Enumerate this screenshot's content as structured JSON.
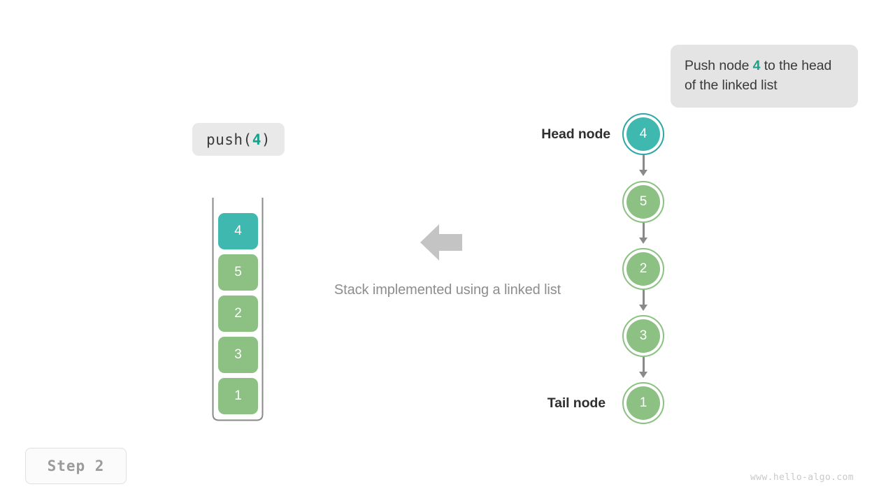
{
  "callout": {
    "text_before": "Push node ",
    "highlight": "4",
    "text_after": " to the head of the linked list"
  },
  "operation_label": {
    "name": "push(",
    "argument": "4",
    "close": ")"
  },
  "step_badge": {
    "label": "Step 2"
  },
  "watermark": {
    "text": "www.hello-algo.com"
  },
  "center": {
    "caption": "Stack implemented using a linked list",
    "arrow_direction": "left",
    "arrow_color": "#c4c4c4"
  },
  "stack": {
    "title": "stack",
    "cells": [
      {
        "value": "4",
        "color": "#3fb8b0",
        "style": "teal"
      },
      {
        "value": "5",
        "color": "#8cc183",
        "style": "green"
      },
      {
        "value": "2",
        "color": "#8cc183",
        "style": "green"
      },
      {
        "value": "3",
        "color": "#8cc183",
        "style": "green"
      },
      {
        "value": "1",
        "color": "#8cc183",
        "style": "green"
      }
    ],
    "frame_color": "#8a8a8a"
  },
  "linked_list": {
    "head_label": "Head node",
    "tail_label": "Tail node",
    "nodes": [
      {
        "value": "4",
        "color": "#3fb8b0",
        "ring": "#2fa7a4",
        "style": "teal"
      },
      {
        "value": "5",
        "color": "#8cc183",
        "ring": "#8cc183",
        "style": "green"
      },
      {
        "value": "2",
        "color": "#8cc183",
        "ring": "#8cc183",
        "style": "green"
      },
      {
        "value": "3",
        "color": "#8cc183",
        "ring": "#8cc183",
        "style": "green"
      },
      {
        "value": "1",
        "color": "#8cc183",
        "ring": "#8cc183",
        "style": "green"
      }
    ],
    "link_color": "#8a8a8a"
  },
  "colors": {
    "accent_teal": "#3fb8b0",
    "accent_green": "#8cc183",
    "highlight_text": "#18a08a",
    "muted_text": "#8d8d8d",
    "callout_bg": "#e4e4e4"
  }
}
